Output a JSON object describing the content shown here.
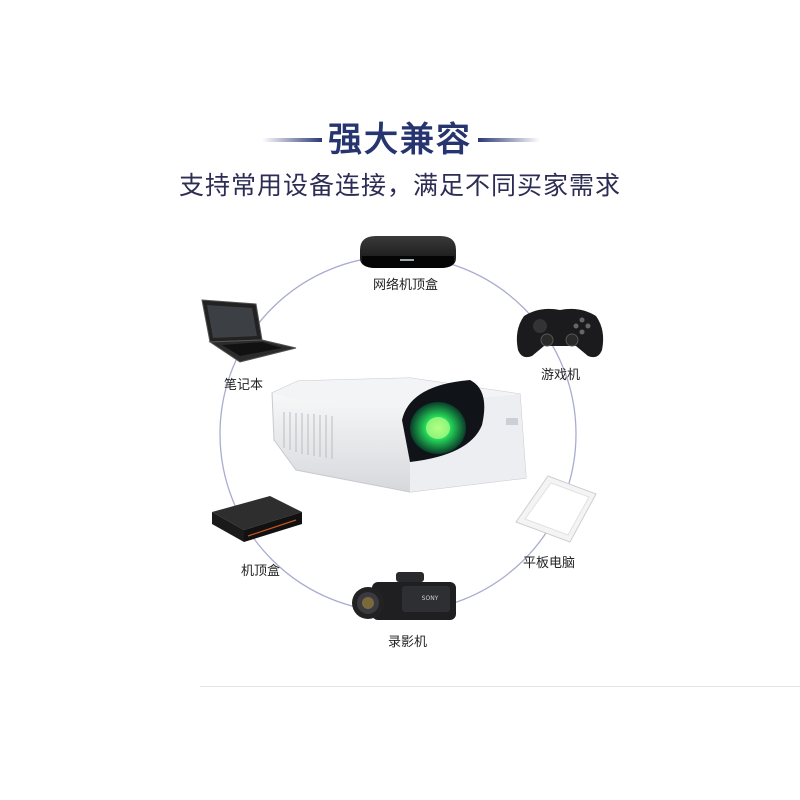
{
  "header": {
    "title": "强大兼容",
    "subtitle": "支持常用设备连接，满足不同买家需求"
  },
  "devices": {
    "network_box": "网络机顶盒",
    "gamepad": "游戏机",
    "laptop": "笔记本",
    "tablet": "平板电脑",
    "settop_box": "机顶盒",
    "camcorder": "录影机"
  },
  "camcorder_brand": "SONY",
  "colors": {
    "title": "#26356f",
    "circle": "#a9acd0",
    "projector_lens": "#1ed860"
  }
}
